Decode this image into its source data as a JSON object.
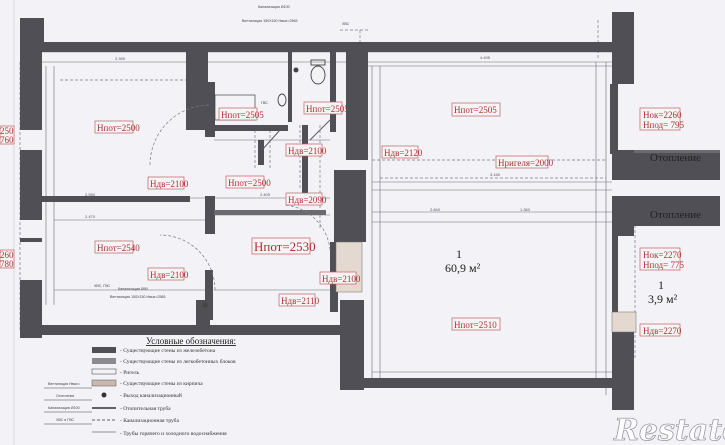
{
  "labels": {
    "h_kitchen": "Hпот=2500",
    "h_bath_a": "Hпот=2505",
    "h_bath_b": "Hпот=2505",
    "h_main": "Hпот=2505",
    "h_corr": "Hпот=2500",
    "h_hall_big": "Hпот=2530",
    "h_left_low": "Hпот=2540",
    "h_bottom": "Hпот=2510",
    "h_beam": "Hригеля=2000",
    "d_2100_a": "Hдв=2100",
    "d_2120": "Hдв=2120",
    "d_2100_b": "Hдв=2100",
    "d_2090": "Hдв=2090",
    "d_2100_c": "Hдв=2100",
    "d_2100_d": "Hдв=2100",
    "d_2110": "Hдв=2110",
    "w_right_top_1": "Hок=2260",
    "w_right_top_2": "Hпод= 795",
    "w_right_mid_1": "Hок=2270",
    "w_right_mid_2": "Hпод= 775",
    "w_right_bot": "Hдв=2270",
    "w_left_1a": "250",
    "w_left_1b": "760",
    "w_left_2a": "260",
    "w_left_2b": "780"
  },
  "rooms": {
    "main_num": "1",
    "main_area": "60,9 м²",
    "small_num": "1",
    "small_area": "3,9 м²"
  },
  "heating": {
    "top": "Отопление",
    "bottom": "Отопление"
  },
  "notes": {
    "top_pipe": "Канализация Ø100",
    "top_pipe2": "Вентиляция 150Х150 Hвых=2565",
    "hvs_top": "ХВС",
    "gvs_mid": "ГВС",
    "hvs_gvs": "ХВС, ГВС",
    "bottom_pipe1": "Канализация Ø90",
    "bottom_pipe2": "Вентиляция 150Х150 Hвых=2565"
  },
  "legend": {
    "title": "Условные обозначения:",
    "items": [
      "- Существующие стены из железобетона",
      "- Существующие стены из легкобетонных блоков",
      "- Ригель",
      "- Существующие стены из кирпича",
      "- Выход канализационный",
      "- Отопительная труба",
      "- Канализационная труба",
      "- Трубы горячего и холодного водоснабжения"
    ],
    "left_items": [
      "Вентиляция Hвых=",
      "Отопление",
      "Канализация Ø100",
      "ХВС и ГВС"
    ]
  },
  "dims": [
    "2.395",
    "4.495",
    "2.590",
    "2.470",
    "2.405",
    "3.160",
    "2.840",
    "1.360"
  ],
  "watermark": "Restate",
  "colors": {
    "wall": "#4f4f55",
    "label": "#b03030",
    "paper": "#f3f2f6"
  }
}
